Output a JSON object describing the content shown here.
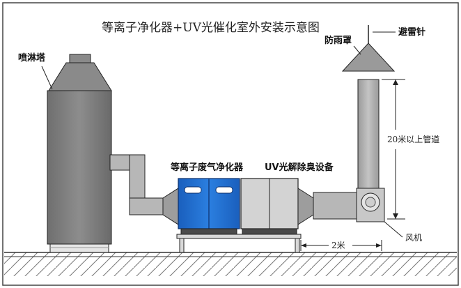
{
  "title": "等离子净化器+UV光催化室外安装示意图",
  "labels": {
    "spray_tower": "喷淋塔",
    "lightning_rod": "避雷针",
    "rain_cap": "防雨罩",
    "plasma_purifier": "等离子废气净化器",
    "uv_device": "UV光解除臭设备",
    "pipe_height": "20米以上管道",
    "fan": "风机",
    "distance": "2米"
  },
  "colors": {
    "metal_dark": "#777777",
    "metal_mid": "#a6a6a6",
    "metal_light": "#d0d0d0",
    "purifier_blue": "#1f6fd1",
    "ground_hatch": "#666666"
  }
}
